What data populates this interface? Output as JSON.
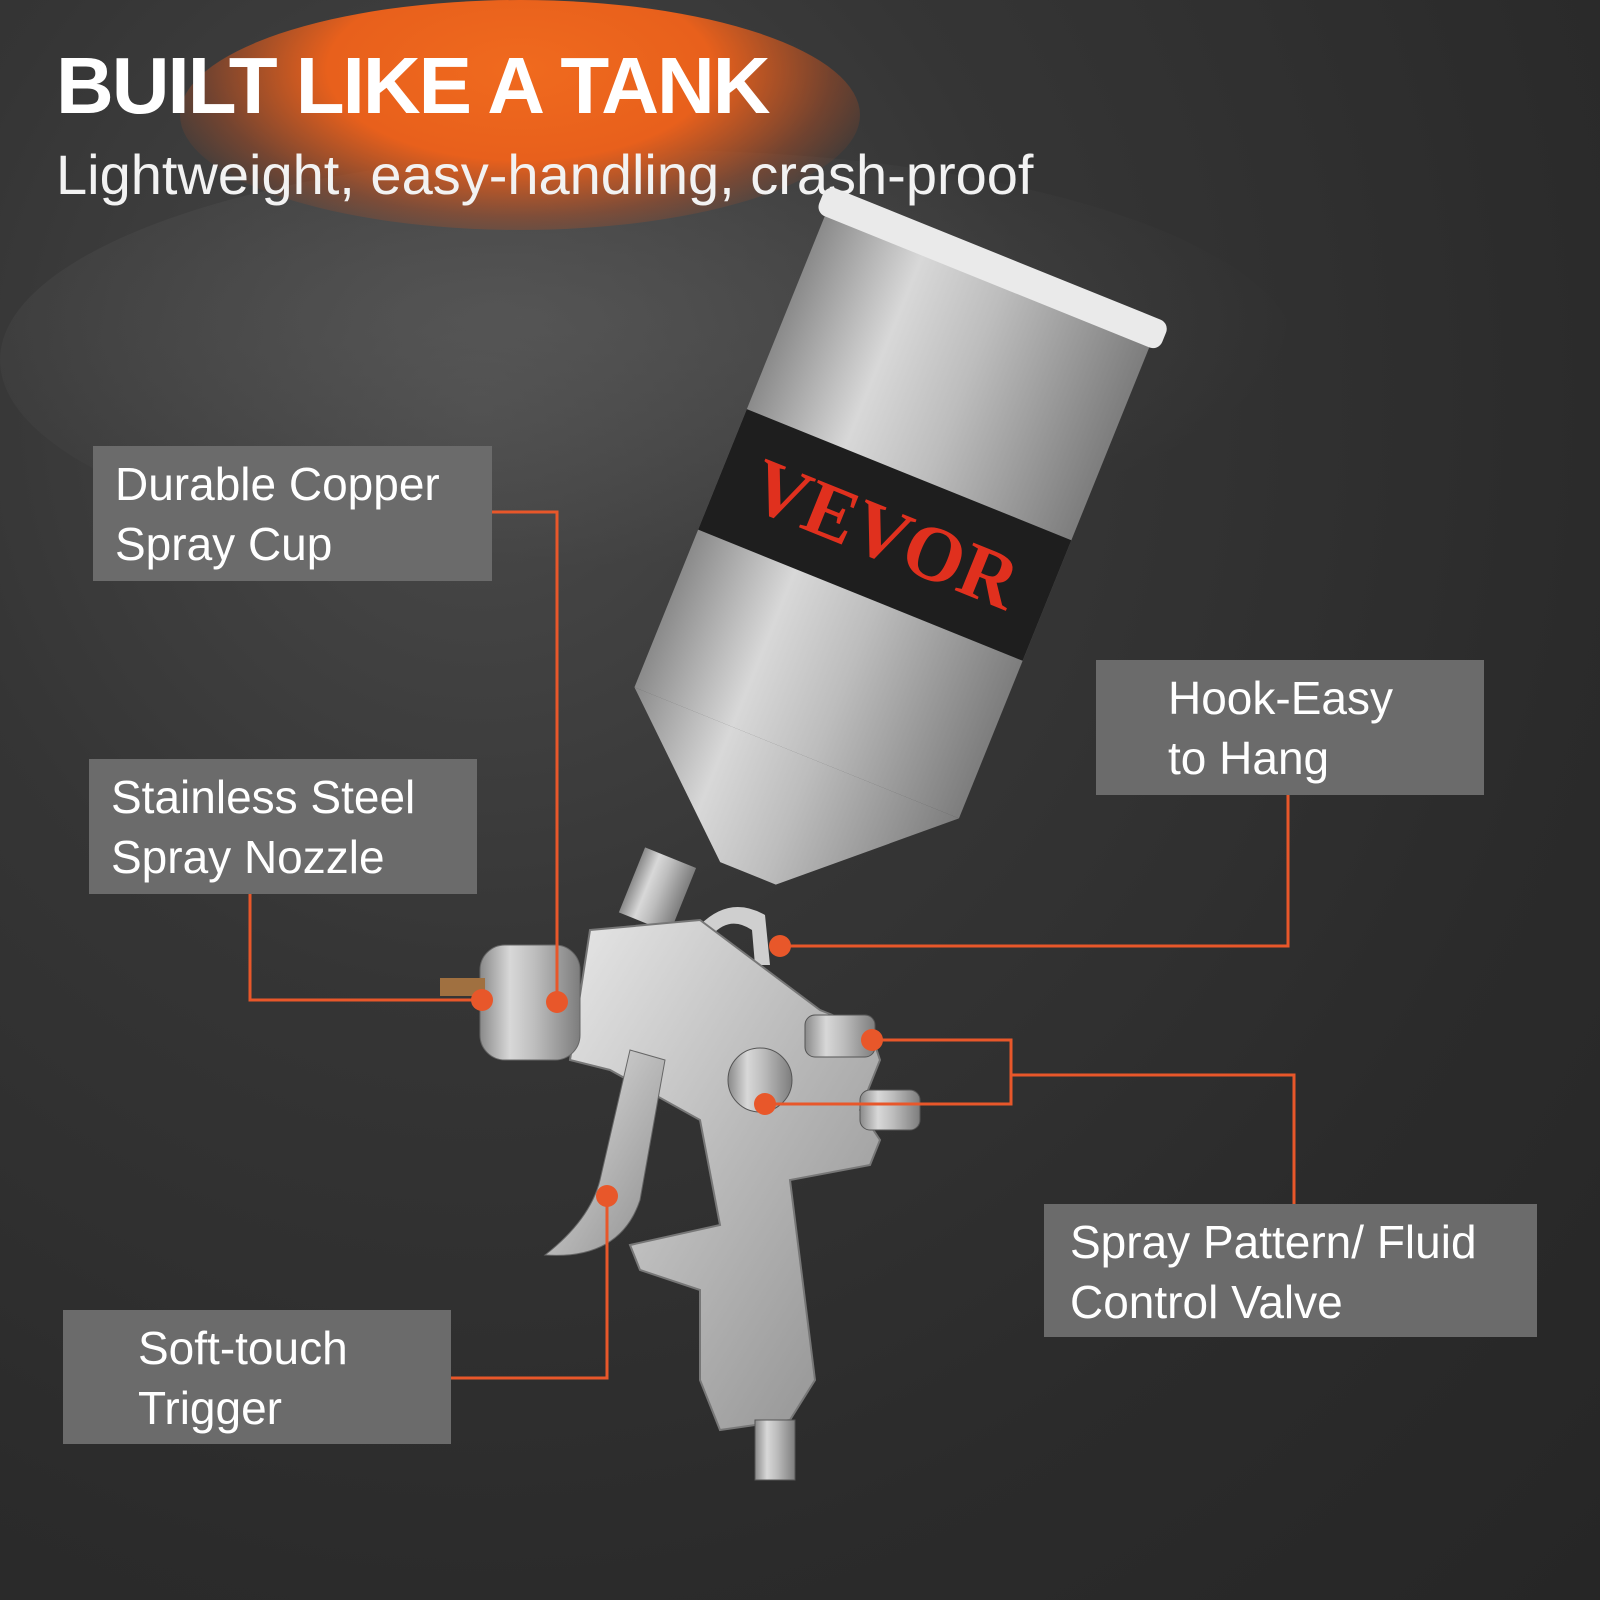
{
  "header": {
    "title": "BUILT LIKE A TANK",
    "subtitle": "Lightweight, easy-handling, crash-proof"
  },
  "callouts": [
    {
      "line1": "Durable Copper",
      "line2": "Spray Cup"
    },
    {
      "line1": "Stainless Steel",
      "line2": "Spray Nozzle"
    },
    {
      "line1": "Soft-touch",
      "line2": "Trigger"
    },
    {
      "line1": "Hook-Easy",
      "line2": "to Hang"
    },
    {
      "line1": "Spray Pattern/ Fluid",
      "line2": "Control Valve"
    }
  ],
  "product": {
    "brand": "VEVOR"
  },
  "colors": {
    "accent": "#e8572a",
    "label_bg": "#6b6b6b",
    "background": "#2e2e2e"
  }
}
